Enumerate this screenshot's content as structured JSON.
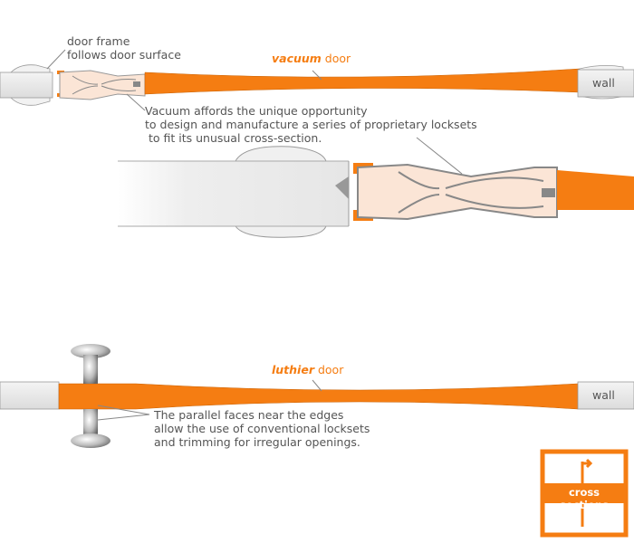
{
  "vacuum": {
    "title_emph": "vacuum",
    "title_rest": " door",
    "frame_note": "door frame\nfollows door surface",
    "lock_note": "Vacuum affords the unique opportunity\nto design and manufacture a series of proprietary locksets\n to fit its unusual cross-section.",
    "wall_label": "wall"
  },
  "luthier": {
    "title_emph": "luthier",
    "title_rest": " door",
    "note": "The parallel faces near the edges\nallow the use of conventional locksets\nand trimming for irregular openings.",
    "wall_label": "wall"
  },
  "logo": {
    "text": "cross sections"
  },
  "colors": {
    "door": "#f57d12",
    "frame": "#e8e8e8",
    "lock": "#fbe5d6",
    "text": "#555555"
  }
}
